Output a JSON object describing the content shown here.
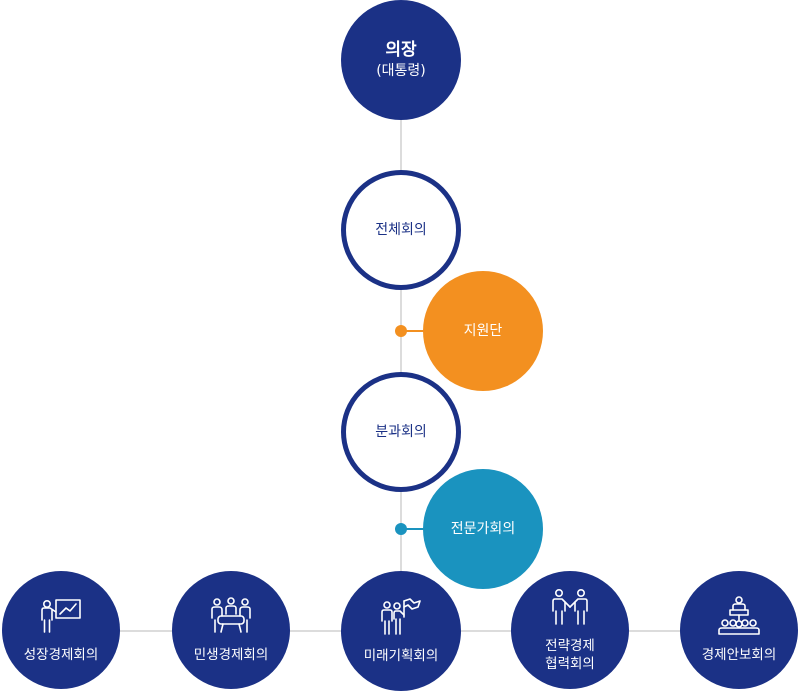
{
  "chair": {
    "title": "의장",
    "subtitle": "(대통령)"
  },
  "plenary": {
    "label": "전체회의"
  },
  "support": {
    "label": "지원단"
  },
  "subcommittee": {
    "label": "분과회의"
  },
  "expert": {
    "label": "전문가회의"
  },
  "meetings": [
    {
      "line1": "성장경제회의",
      "line2": "",
      "icon": "presentation-board-icon"
    },
    {
      "line1": "민생경제회의",
      "line2": "",
      "icon": "meeting-table-icon"
    },
    {
      "line1": "미래기획회의",
      "line2": "",
      "icon": "flag-people-icon"
    },
    {
      "line1": "전략경제",
      "line2": "협력회의",
      "icon": "handshake-icon"
    },
    {
      "line1": "경제안보회의",
      "line2": "",
      "icon": "podium-audience-icon"
    }
  ],
  "colors": {
    "navy": "#1b3186",
    "orange": "#f39020",
    "teal": "#1a93bf",
    "line": "#dcdcdc"
  }
}
